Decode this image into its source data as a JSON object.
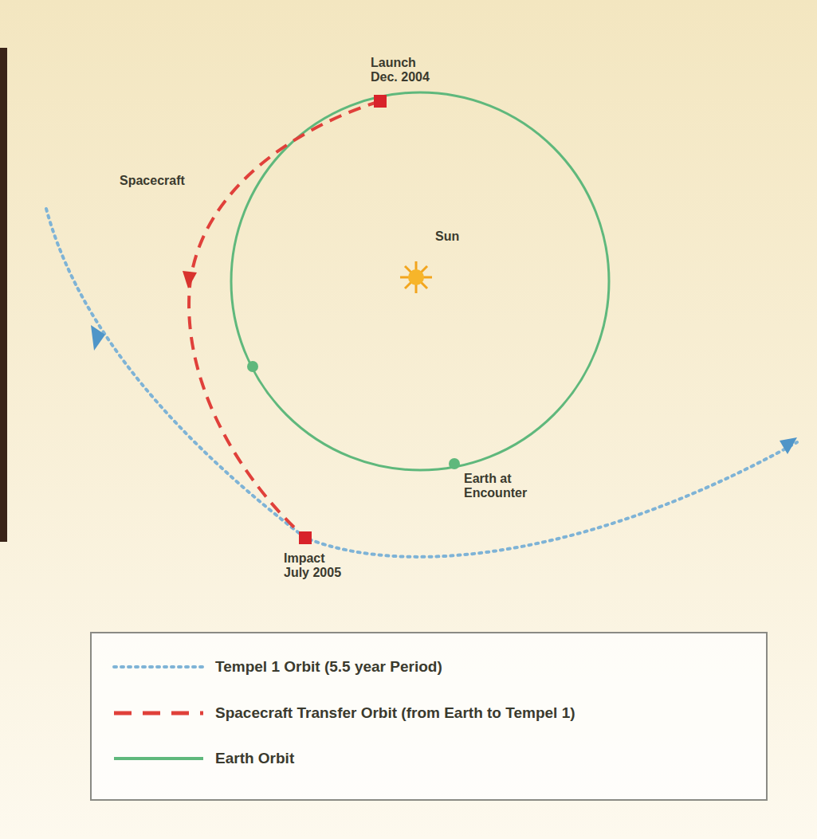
{
  "diagram": {
    "labels": [
      "Launch Dec. 2004",
      "Spacecraft",
      "Sun",
      "Earth at Encounter",
      "Impact July 2005"
    ],
    "legend": [
      {
        "text": "Tempel 1 Orbit (5.5 year Period)"
      },
      {
        "text": "Spacecraft Transfer Orbit (from Earth to Tempel 1)"
      },
      {
        "text": "Earth Orbit"
      }
    ]
  }
}
